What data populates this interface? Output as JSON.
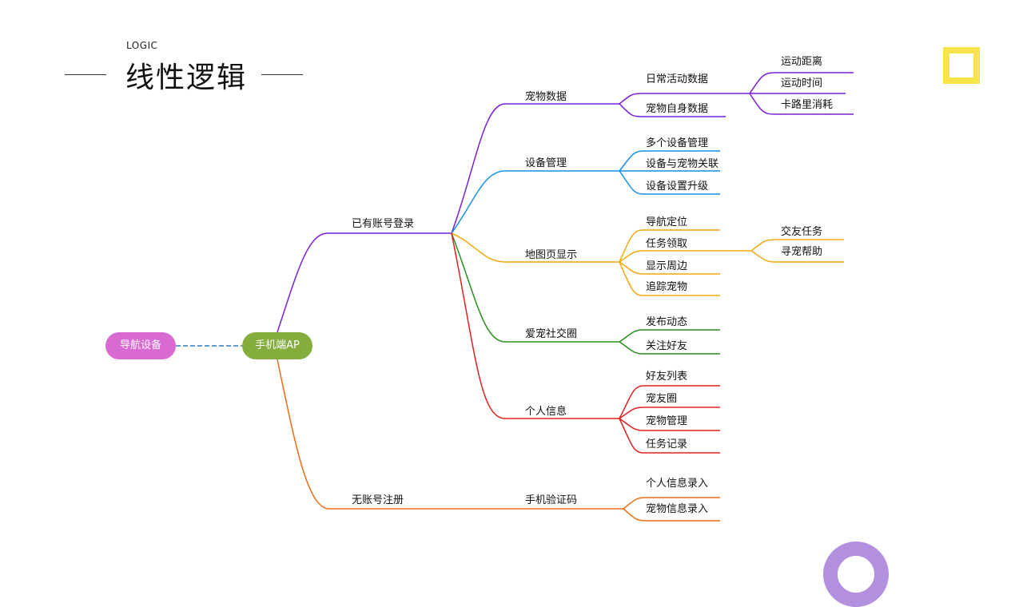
{
  "header": {
    "subtitle": "LOGIC",
    "title": "线性逻辑"
  },
  "colors": {
    "purple": "#7a1fd6",
    "blue": "#1591e6",
    "orange": "#f2a90d",
    "green": "#27911b",
    "red": "#e02020",
    "orange2": "#f06c14",
    "pink": "#d96ad1",
    "olive": "#84ad3e",
    "dashed": "#2a7bbf",
    "deco_yellow": "#f7e34a",
    "deco_purple": "#b38fe0"
  },
  "nodes": {
    "nav_device": "导航设备",
    "phone_app": "手机端AP",
    "logged_in": "已有账号登录",
    "no_account": "无账号注册",
    "pet_data": "宠物数据",
    "daily_activity": "日常活动数据",
    "pet_body_data": "宠物自身数据",
    "exercise_distance": "运动距离",
    "exercise_time": "运动时间",
    "calorie": "卡路里消耗",
    "device_mgmt": "设备管理",
    "multi_device": "多个设备管理",
    "device_pet_link": "设备与宠物关联",
    "device_upgrade": "设备设置升级",
    "map_page": "地图页显示",
    "nav_locate": "导航定位",
    "task_claim": "任务领取",
    "show_nearby": "显示周边",
    "track_pet": "追踪宠物",
    "friend_task": "交友任务",
    "find_pet_help": "寻宠帮助",
    "pet_social": "爱宠社交圈",
    "post_update": "发布动态",
    "follow_friend": "关注好友",
    "personal_info": "个人信息",
    "friend_list": "好友列表",
    "pet_circle": "宠友圈",
    "pet_mgmt": "宠物管理",
    "task_record": "任务记录",
    "sms_code": "手机验证码",
    "personal_info_entry": "个人信息录入",
    "pet_info_entry": "宠物信息录入"
  }
}
